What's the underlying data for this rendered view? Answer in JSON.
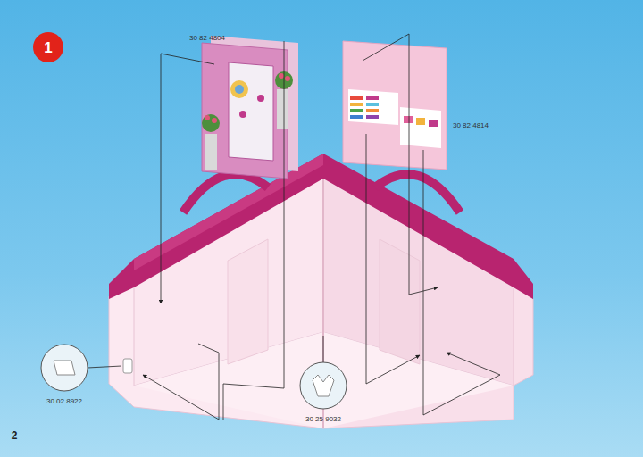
{
  "diagram": {
    "labels": [
      "1",
      "30 82 4804",
      "30 82 4814",
      "30 02 8922",
      "30 25 9032",
      "2"
    ]
  }
}
